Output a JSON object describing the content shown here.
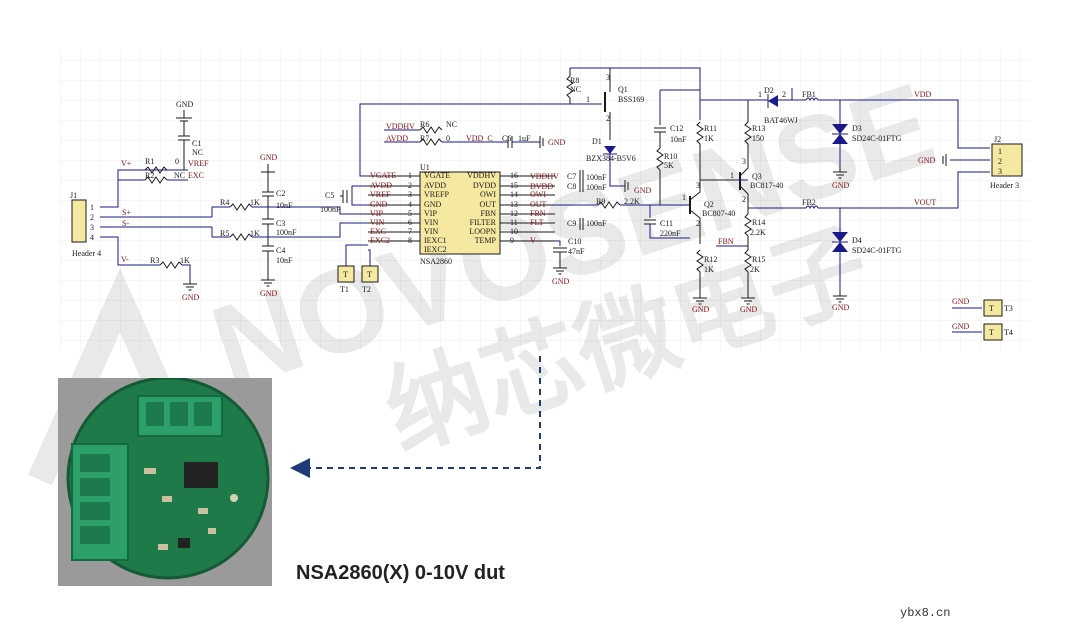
{
  "caption": "NSA2860(X) 0-10V dut",
  "footer": "ybx8.cn",
  "watermark": {
    "latin": "NOVOSENSE",
    "cjk": "纳芯微电子"
  },
  "colors": {
    "wire": "#1a1a8a",
    "net_label": "#8a1010",
    "pcb_green": "#1f7a4a",
    "arrow": "#1f3a7a"
  },
  "ic": {
    "ref": "U1",
    "part": "NSA2860",
    "left_pins": [
      {
        "num": "1",
        "name": "VGATE",
        "net": "VGATE"
      },
      {
        "num": "2",
        "name": "AVDD",
        "net": "AVDD"
      },
      {
        "num": "3",
        "name": "VREFP",
        "net": "VREF"
      },
      {
        "num": "4",
        "name": "GND",
        "net": "GND"
      },
      {
        "num": "5",
        "name": "VIP",
        "net": "VIP"
      },
      {
        "num": "6",
        "name": "VIN",
        "net": "VIN"
      },
      {
        "num": "7",
        "name": "VIN",
        "net": "EXC"
      },
      {
        "num": "8",
        "name": "IEXC1",
        "net": "EXC2"
      },
      {
        "num": "",
        "name": "IEXC2",
        "net": ""
      }
    ],
    "right_pins": [
      {
        "num": "16",
        "name": "VDDHV",
        "net": "VDDHV"
      },
      {
        "num": "15",
        "name": "DVDD",
        "net": "DVDD"
      },
      {
        "num": "14",
        "name": "OWI",
        "net": "OWI"
      },
      {
        "num": "13",
        "name": "OUT",
        "net": "OUT"
      },
      {
        "num": "12",
        "name": "FBN",
        "net": "FBN"
      },
      {
        "num": "11",
        "name": "FILTER",
        "net": "FLT"
      },
      {
        "num": "10",
        "name": "LOOPN",
        "net": ""
      },
      {
        "num": "9",
        "name": "TEMP",
        "net": "V-"
      }
    ]
  },
  "labels": {
    "gnd": "GND",
    "j1": {
      "ref": "J1",
      "name": "Header 4",
      "pins": [
        "1",
        "2",
        "3",
        "4"
      ]
    },
    "j2": {
      "ref": "J2",
      "name": "Header 3",
      "pins": [
        "1",
        "2",
        "3"
      ]
    },
    "vplus": "V+",
    "vminus": "V-",
    "splus": "S+",
    "sminus": "S-",
    "r1": "R1",
    "r1v": "0",
    "vref": "VREF",
    "r2": "R2",
    "r2v": "NC",
    "exc": "EXC",
    "r3": "R3",
    "r3v": "1K",
    "r4": "R4",
    "r4v": "1K",
    "r5": "R5",
    "r5v": "1K",
    "c1": "C1",
    "c1v": "NC",
    "c2": "C2",
    "c2v": "10nF",
    "c3": "C3",
    "c3v": "100nF",
    "c4": "C4",
    "c4v": "10nF",
    "c5": "C5",
    "c5v": "100nF",
    "vddhv": "VDDHV",
    "r6": "R6",
    "r6v": "NC",
    "avdd": "AVDD",
    "r7": "R7",
    "r7v": "0",
    "vddc": "VDD_C",
    "c6": "C6",
    "c6v": "1uF",
    "r8": "R8",
    "r8v": "NC",
    "q1": "Q1",
    "q1v": "BSS169",
    "d1": "D1",
    "d1v": "BZX384-B5V6",
    "c12": "C12",
    "c12v": "10nF",
    "r10": "R10",
    "r10v": "5K",
    "c7": "C7",
    "c7v": "100nF",
    "c8": "C8",
    "c8v": "100nF",
    "r9": "R9",
    "r9v": "2.2K",
    "c9": "C9",
    "c9v": "100nF",
    "c11": "C11",
    "c11v": "220nF",
    "c10": "C10",
    "c10v": "47nF",
    "r11": "R11",
    "r11v": "1K",
    "r12": "R12",
    "r12v": "1K",
    "q2": "Q2",
    "q2v": "BC807-40",
    "r13": "R13",
    "r13v": "150",
    "q3": "Q3",
    "q3v": "BC817-40",
    "r14": "R14",
    "r14v": "2.2K",
    "r15": "R15",
    "r15v": "2K",
    "d2": "D2",
    "d2v": "BAT46WJ",
    "fb1": "FB1",
    "fb2": "FB2",
    "d3": "D3",
    "d3v": "SD24C-01FTG",
    "d4": "D4",
    "d4v": "SD24C-01FTG",
    "vdd": "VDD",
    "vout": "VOUT",
    "fbn": "FBN",
    "t": "T",
    "t1": "T1",
    "t2": "T2",
    "t3": "T3",
    "t4": "T4",
    "pin1": "1",
    "pin2": "2",
    "pin3": "3"
  }
}
